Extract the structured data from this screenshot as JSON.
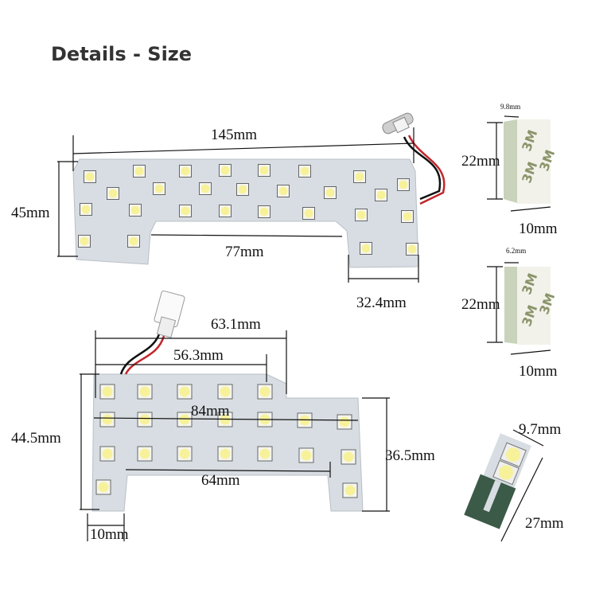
{
  "title": "Details - Size",
  "board_top": {
    "width": "145mm",
    "height": "45mm",
    "cutout": "77mm",
    "tab": "32.4mm"
  },
  "board_bottom": {
    "width_a": "63.1mm",
    "width_b": "56.3mm",
    "width_total": "84mm",
    "height": "44.5mm",
    "right_height": "36.5mm",
    "cutout": "64mm",
    "tab": "10mm"
  },
  "pad_thick": {
    "thickness": "9.8mm",
    "height": "22mm",
    "width": "10mm"
  },
  "pad_thin": {
    "thickness": "6.2mm",
    "height": "22mm",
    "width": "10mm"
  },
  "t10_led": {
    "width": "9.7mm",
    "length": "27mm"
  },
  "colors": {
    "board": "#d7dde2",
    "led": "#fffbe0",
    "led_core": "#f7f29a",
    "pad_face": "#f2f2ea",
    "pad_side": "#c9d3bb",
    "logo": "#8a946a"
  }
}
